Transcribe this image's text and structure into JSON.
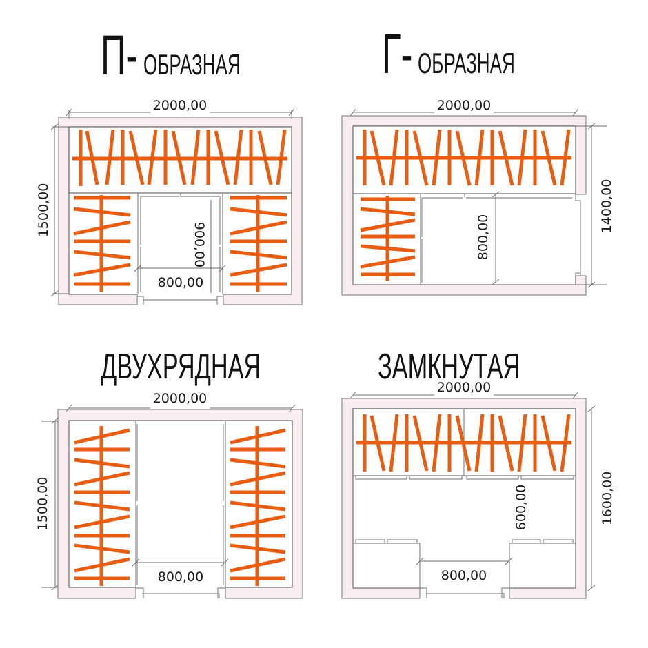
{
  "colors": {
    "hanger": "#E85D12",
    "wall_fill": "#F8EEF0",
    "line": "#8A8A8A",
    "text": "#111111"
  },
  "plans": [
    {
      "id": "p-shaped",
      "title_big": "П-",
      "title_small": "ОБРАЗНАЯ",
      "width_dim": "2000,00",
      "height_dim": "1500,00",
      "inner_dims": [
        "900,00",
        "800,00"
      ]
    },
    {
      "id": "g-shaped",
      "title_big": "Г-",
      "title_small": "ОБРАЗНАЯ",
      "width_dim": "2000,00",
      "height_dim": "1400,00",
      "inner_dims": [
        "800,00"
      ]
    },
    {
      "id": "two-row",
      "title": "ДВУХРЯДНАЯ",
      "width_dim": "2000,00",
      "height_dim": "1500,00",
      "inner_dims": [
        "800,00"
      ]
    },
    {
      "id": "closed",
      "title": "ЗАМКНУТАЯ",
      "width_dim": "2000,00",
      "height_dim": "1600,00",
      "inner_dims": [
        "600,00",
        "800,00"
      ]
    }
  ]
}
